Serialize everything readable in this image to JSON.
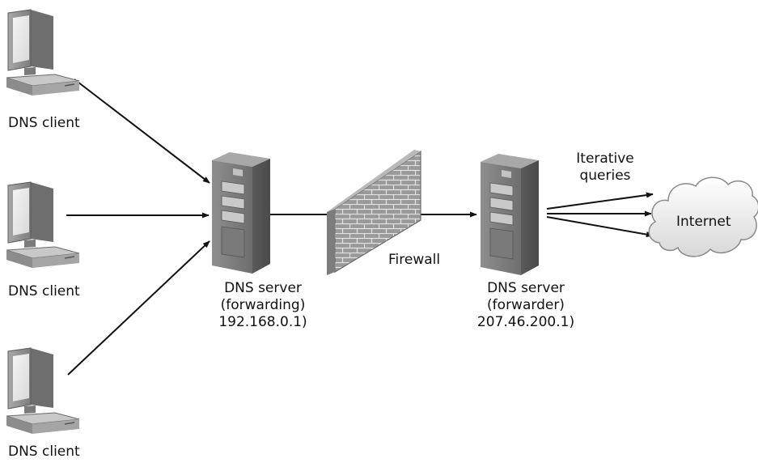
{
  "clients": [
    {
      "label": "DNS client"
    },
    {
      "label": "DNS client"
    },
    {
      "label": "DNS client"
    }
  ],
  "forwarding_server": {
    "line1": "DNS server",
    "line2": "(forwarding)",
    "line3": "192.168.0.1)"
  },
  "firewall": {
    "label": "Firewall"
  },
  "forwarder_server": {
    "line1": "DNS server",
    "line2": "(forwarder)",
    "line3": "207.46.200.1)"
  },
  "queries": {
    "line1": "Iterative",
    "line2": "queries"
  },
  "internet": {
    "label": "Internet"
  }
}
